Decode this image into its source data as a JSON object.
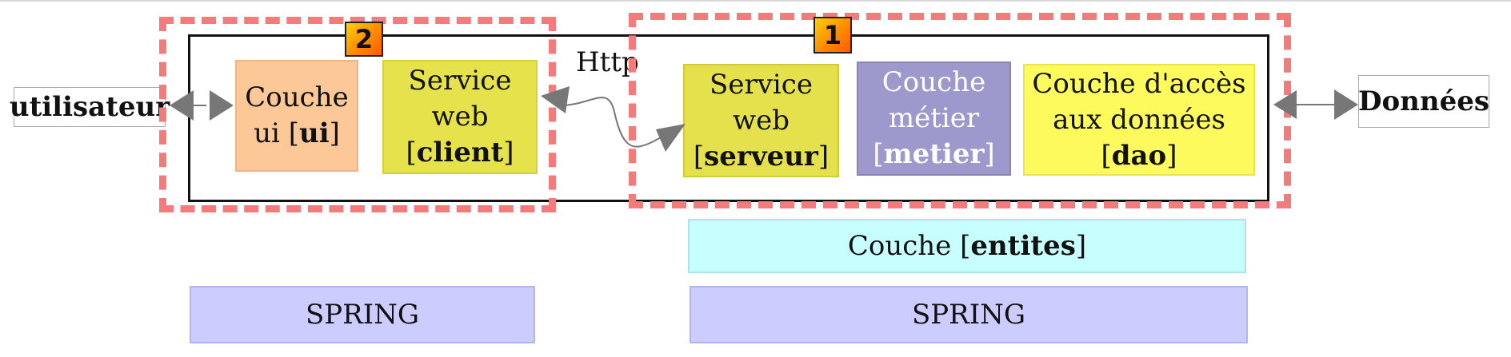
{
  "external": {
    "user": "utilisateur",
    "data": "Données"
  },
  "badges": {
    "client_zone": "2",
    "server_zone": "1"
  },
  "layers": {
    "ui": {
      "line1": "Couche",
      "line2_pre": "ui [",
      "line2_bold": "ui",
      "line2_post": "]"
    },
    "client": {
      "line1": "Service",
      "line2": "web",
      "line3_pre": "[",
      "line3_bold": "client",
      "line3_post": "]"
    },
    "server": {
      "line1": "Service",
      "line2": "web",
      "line3_pre": "[",
      "line3_bold": "serveur",
      "line3_post": "]"
    },
    "metier": {
      "line1": "Couche",
      "line2": "métier",
      "line3_pre": "[",
      "line3_bold": "metier",
      "line3_post": "]"
    },
    "dao": {
      "line1": "Couche d'accès",
      "line2": "aux données",
      "line3_pre": "[",
      "line3_bold": "dao",
      "line3_post": "]"
    },
    "entites": {
      "pre": "Couche [",
      "bold": "entites",
      "post": "]"
    }
  },
  "protocol": "Http",
  "spring": {
    "left": "SPRING",
    "right": "SPRING"
  },
  "colors": {
    "ui": "#fdc898",
    "web_service": "#e4e14c",
    "metier": "#9d99cc",
    "dao": "#fcfa5c",
    "entites": "#c7ffff",
    "spring": "#ccccff",
    "dashed_zone": "#f37b7b",
    "arrow": "#777777"
  }
}
